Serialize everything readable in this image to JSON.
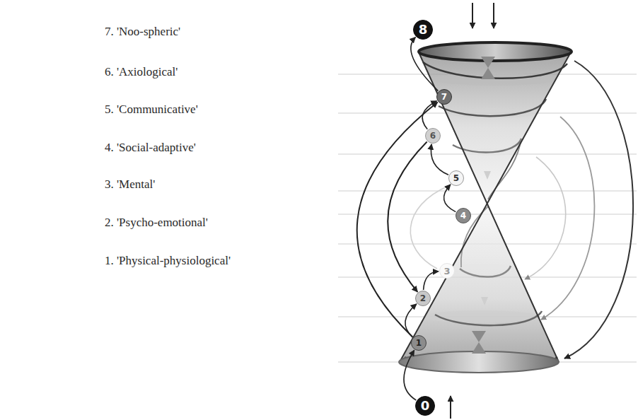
{
  "diagram": {
    "nodes": [
      {
        "text": [
          "8"
        ]
      },
      {
        "text": [
          "7"
        ]
      },
      {
        "text": [
          "6"
        ]
      },
      {
        "text": [
          "5"
        ]
      },
      {
        "text": [
          "4"
        ]
      },
      {
        "text": [
          "3"
        ]
      },
      {
        "text": [
          "2"
        ]
      },
      {
        "text": [
          "1"
        ]
      },
      {
        "text": [
          "0"
        ]
      }
    ],
    "edges": [
      {
        "from": 8,
        "to": 7,
        "arrow": "to"
      },
      {
        "from": 7,
        "to": 6,
        "arrow": "to"
      },
      {
        "from": 6,
        "to": 5,
        "arrow": "to"
      },
      {
        "from": 4,
        "to": 3,
        "arrow": "to"
      },
      {
        "from": 3,
        "to": 2,
        "arrow": "to"
      },
      {
        "from": 2,
        "to": 1,
        "arrow": "to"
      },
      {
        "from": 1,
        "to": 0,
        "arrow": "to"
      },
      {
        "from": 7,
        "to": 1,
        "arrow": "to"
      },
      {
        "from": 2,
        "to": 6,
        "arrow": "to"
      }
    ],
    "labels": [
      "7. 'Noo-spheric'",
      "6. 'Axiological'",
      "5. 'Communicative'",
      "4. 'Social-adaptive'",
      "3. 'Mental'",
      "2. 'Psycho-emotional'",
      "1. 'Physical-physiological'"
    ]
  }
}
